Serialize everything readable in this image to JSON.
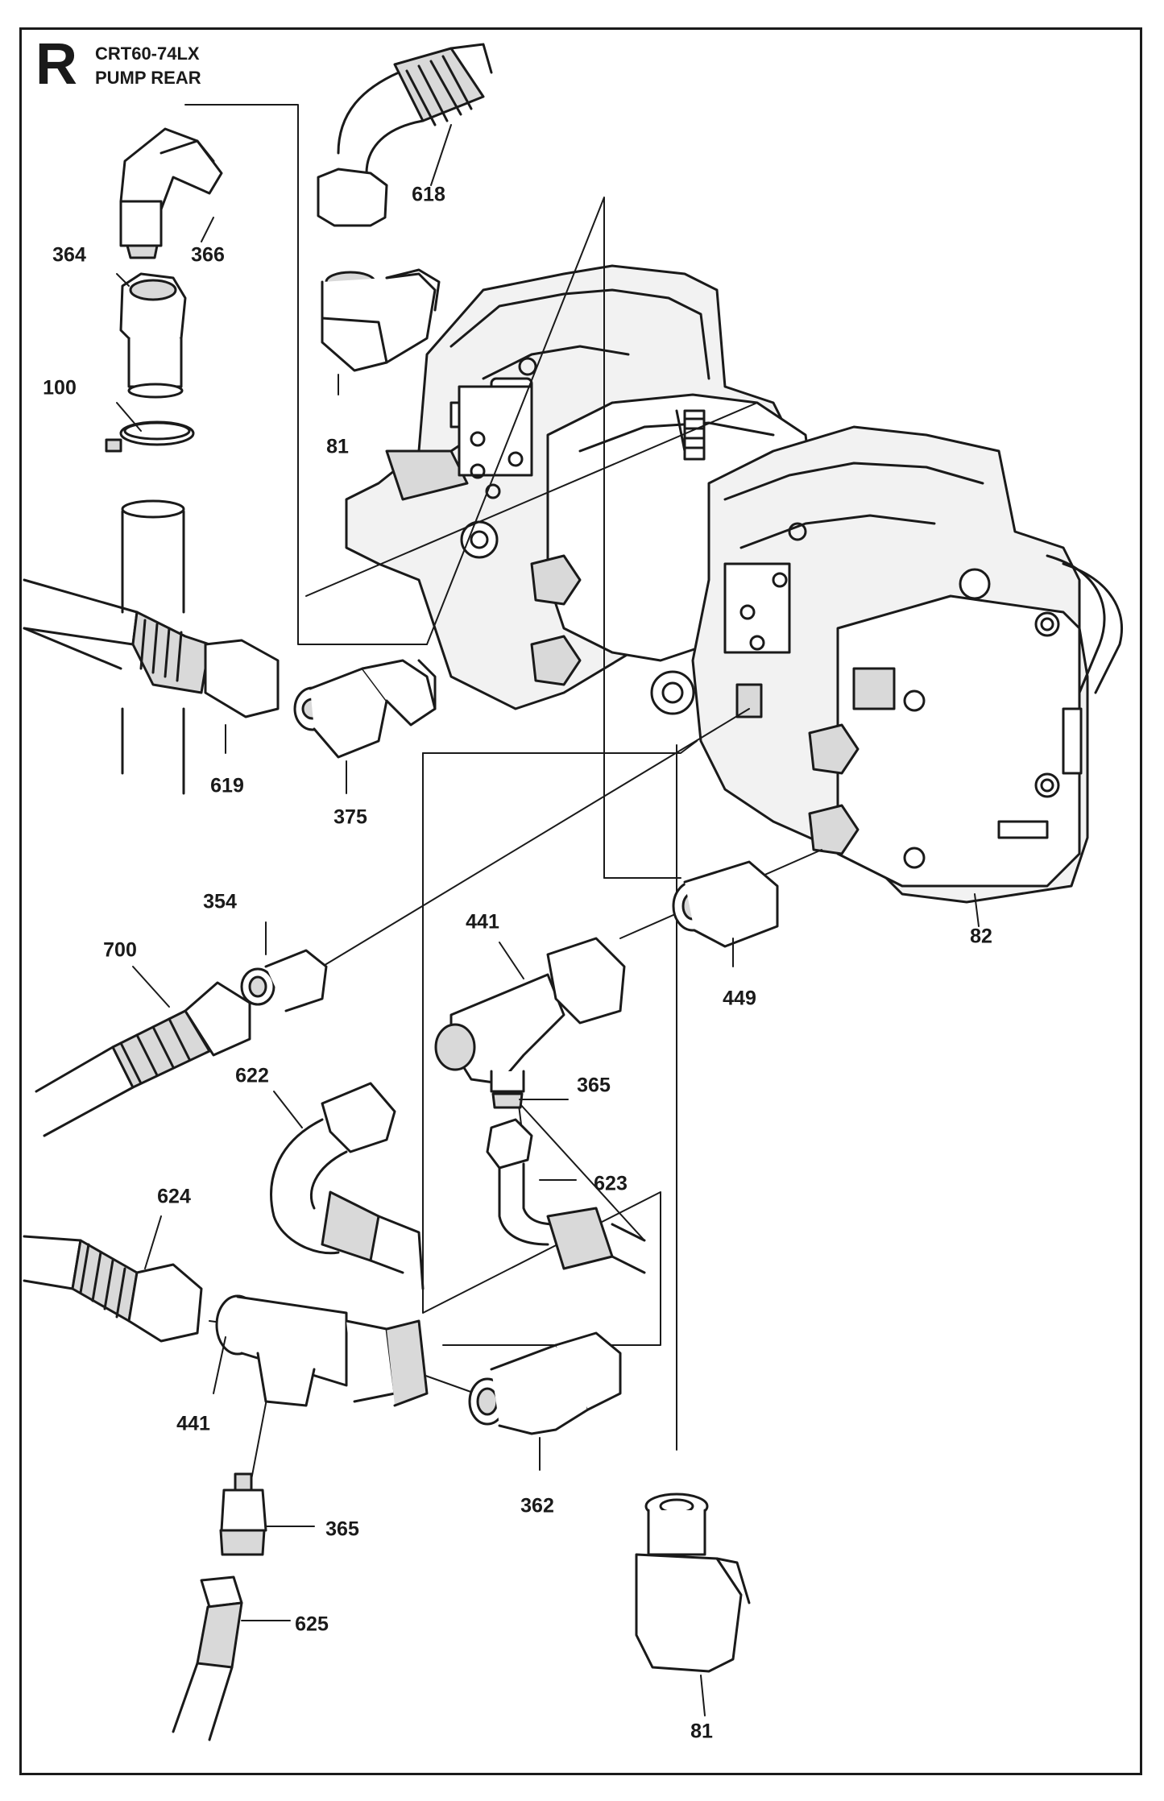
{
  "header": {
    "section_letter": "R",
    "model": "CRT60-74LX",
    "view": "PUMP REAR"
  },
  "callouts": [
    {
      "id": "c618",
      "label": "618"
    },
    {
      "id": "c364",
      "label": "364"
    },
    {
      "id": "c366",
      "label": "366"
    },
    {
      "id": "c100",
      "label": "100"
    },
    {
      "id": "c81a",
      "label": "81"
    },
    {
      "id": "c619",
      "label": "619"
    },
    {
      "id": "c375",
      "label": "375"
    },
    {
      "id": "c354",
      "label": "354"
    },
    {
      "id": "c441a",
      "label": "441"
    },
    {
      "id": "c700",
      "label": "700"
    },
    {
      "id": "c82",
      "label": "82"
    },
    {
      "id": "c449",
      "label": "449"
    },
    {
      "id": "c622",
      "label": "622"
    },
    {
      "id": "c365a",
      "label": "365"
    },
    {
      "id": "c624",
      "label": "624"
    },
    {
      "id": "c623",
      "label": "623"
    },
    {
      "id": "c441b",
      "label": "441"
    },
    {
      "id": "c362",
      "label": "362"
    },
    {
      "id": "c365b",
      "label": "365"
    },
    {
      "id": "c625",
      "label": "625"
    },
    {
      "id": "c81b",
      "label": "81"
    }
  ],
  "colors": {
    "ink": "#1a1a1a",
    "shade": "#d9d9d9",
    "light": "#f2f2f2"
  }
}
